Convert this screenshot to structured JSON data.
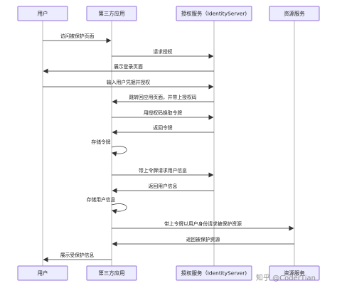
{
  "actors": [
    {
      "label": "用户"
    },
    {
      "label": "第三方应用"
    },
    {
      "label": "授权服务（IdentityServer)"
    },
    {
      "label": "资源服务"
    }
  ],
  "messages": [
    {
      "from": 0,
      "to": 1,
      "label": "访问被保护页面"
    },
    {
      "from": 1,
      "to": 2,
      "label": "请求授权"
    },
    {
      "from": 2,
      "to": 0,
      "label": "展示登录页面"
    },
    {
      "from": 0,
      "to": 2,
      "label": "输入用户凭据并授权"
    },
    {
      "from": 2,
      "to": 1,
      "label": "跳转回应用页面，并带上授权码"
    },
    {
      "from": 1,
      "to": 2,
      "label": "用授权码换取令牌"
    },
    {
      "from": 2,
      "to": 1,
      "label": "返回令牌"
    },
    {
      "from": 1,
      "to": 1,
      "label": "存储令牌"
    },
    {
      "from": 1,
      "to": 2,
      "label": "带上令牌请求用户信息"
    },
    {
      "from": 2,
      "to": 1,
      "label": "返回用户信息"
    },
    {
      "from": 1,
      "to": 1,
      "label": "存储用户信息"
    },
    {
      "from": 1,
      "to": 3,
      "label": "带上令牌以用户身份请求被保护资源"
    },
    {
      "from": 3,
      "to": 1,
      "label": "返回被保护资源"
    },
    {
      "from": 1,
      "to": 0,
      "label": "展示受保护信息"
    }
  ],
  "watermark": "知乎 @CoderTian",
  "colors": {
    "actor_fill": "#ECECFF",
    "actor_border": "#9370DB",
    "line": "#333333",
    "lifeline": "#999999"
  }
}
